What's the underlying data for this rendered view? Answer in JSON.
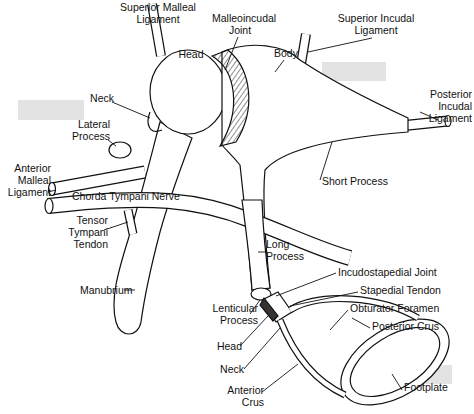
{
  "diagram": {
    "labels": [
      "Superior Malleal Ligament",
      "Malleoincudal Joint",
      "Head",
      "Body",
      "Superior Incudal Ligament",
      "Posterior Incudal Ligament",
      "Neck",
      "Lateral Process",
      "Anterior Malleal Ligament",
      "Chorda Tympani Nerve",
      "Tensor Tympani Tendon",
      "Short Process",
      "Long Process",
      "Manubrium",
      "Incudostapedial Joint",
      "Stapedial Tendon",
      "Obturator Foramen",
      "Posterior Crus",
      "Lenticular Process",
      "Head",
      "Neck",
      "Anterior Crus",
      "Footplate"
    ]
  }
}
